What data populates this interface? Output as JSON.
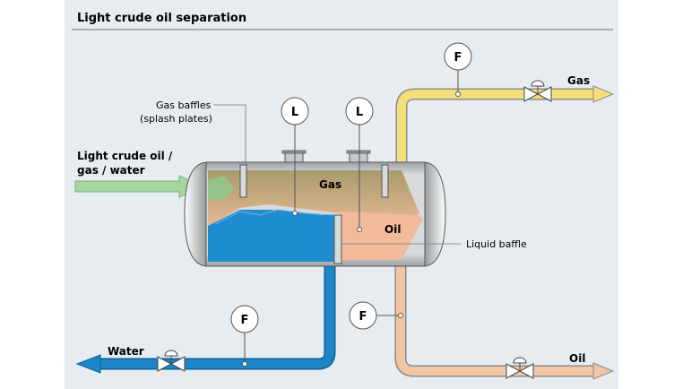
{
  "title": "Light crude oil separation",
  "labels": {
    "inlet_line1": "Light crude oil /",
    "inlet_line2": "gas / water",
    "gas_baffles_line1": "Gas baffles",
    "gas_baffles_line2": "(splash plates)",
    "gas_zone": "Gas",
    "oil_zone": "Oil",
    "liquid_baffle": "Liquid baffle",
    "gas_outlet": "Gas",
    "oil_outlet": "Oil",
    "water_outlet": "Water"
  },
  "instruments": {
    "level_1": "L",
    "level_2": "L",
    "flow_gas": "F",
    "flow_oil": "F",
    "flow_water": "F"
  },
  "colors": {
    "background": "#e6ecf0",
    "gas_line": "#f5df7a",
    "oil_line": "#f2c5a3",
    "water_line": "#1c86c8",
    "inlet_arrow": "#a8d4a0",
    "gas_zone": "#c5aa7f",
    "oil_zone": "#f2b99a",
    "water_zone": "#1e8cd0"
  }
}
